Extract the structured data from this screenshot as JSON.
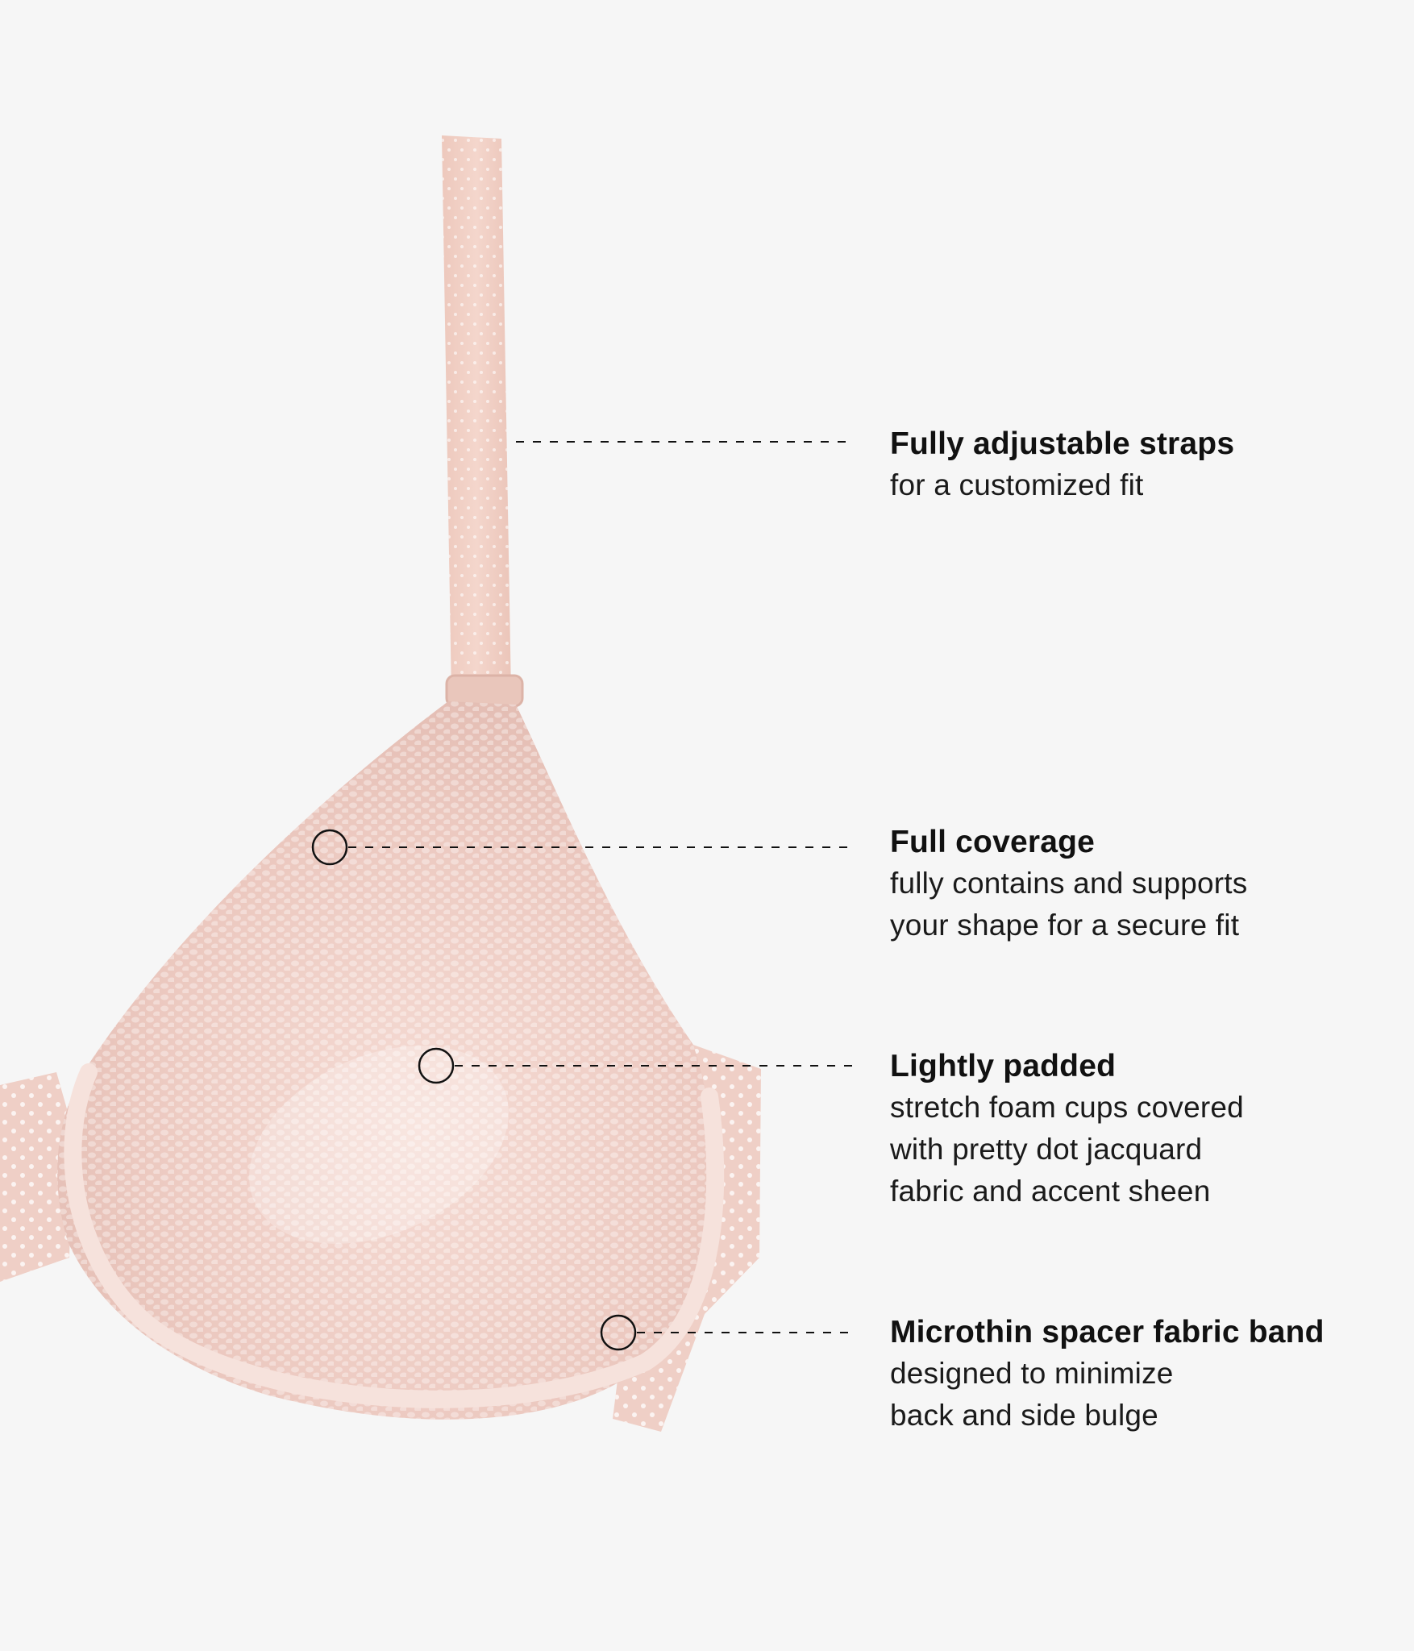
{
  "features": [
    {
      "title": "Fully adjustable straps",
      "description": "for a customized fit"
    },
    {
      "title": "Full coverage",
      "description": "fully contains and supports\nyour shape for a secure fit"
    },
    {
      "title": "Lightly padded",
      "description": "stretch foam cups covered\nwith pretty dot jacquard\nfabric and accent sheen"
    },
    {
      "title": "Microthin spacer fabric band",
      "description": "designed to minimize\nback and side bulge"
    }
  ],
  "colors": {
    "background": "#f6f6f6",
    "fabric_pink": "#f1d3cc",
    "strap_pink": "#f0cfc5",
    "cup_pink": "#eed0c8",
    "callout_line": "#111111",
    "text": "#111111"
  },
  "product_image": "pink-t-shirt-bra-side-view",
  "callout_marker_icon": "circle-marker-icon"
}
